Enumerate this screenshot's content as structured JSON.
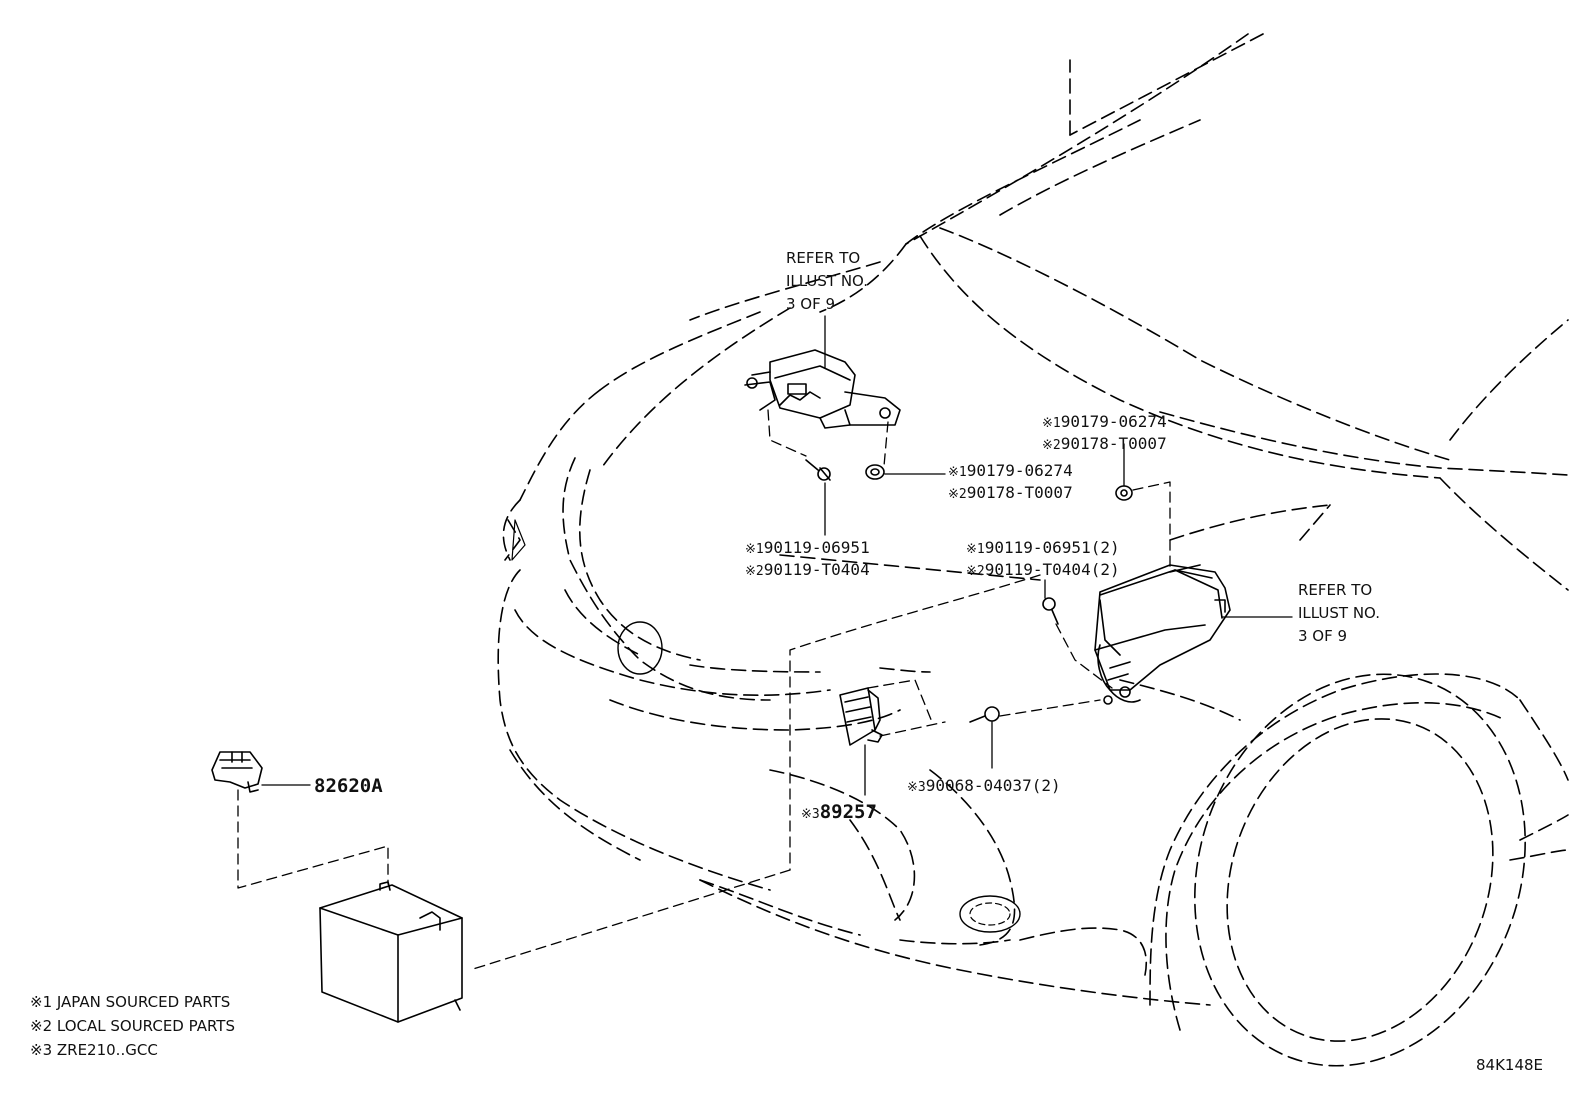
{
  "refer_top": [
    "REFER TO",
    "ILLUST NO.",
    "3 OF 9"
  ],
  "refer_right": [
    "REFER TO",
    "ILLUST NO.",
    "3 OF 9"
  ],
  "callouts": {
    "nut_upper": {
      "m1": "※1",
      "p1": "90179-06274",
      "m2": "※2",
      "p2": "90178-T0007"
    },
    "nut_center": {
      "m1": "※1",
      "p1": "90179-06274",
      "m2": "※2",
      "p2": "90178-T0007"
    },
    "bolt_left": {
      "m1": "※1",
      "p1": "90119-06951",
      "m2": "※2",
      "p2": "90119-T0404"
    },
    "bolt_center": {
      "m1": "※1",
      "p1": "90119-06951(2)",
      "m2": "※2",
      "p2": "90119-T0404(2)"
    },
    "bolt_lower": {
      "m1": "※3",
      "p1": "90068-04037(2)"
    },
    "relay": {
      "m1": "※3",
      "p1": "89257"
    },
    "clamp": {
      "p1": "82620A"
    }
  },
  "legend": [
    "※1 JAPAN SOURCED PARTS",
    "※2 LOCAL SOURCED PARTS",
    "※3 ZRE210..GCC"
  ],
  "illustration_id": "84K148E"
}
